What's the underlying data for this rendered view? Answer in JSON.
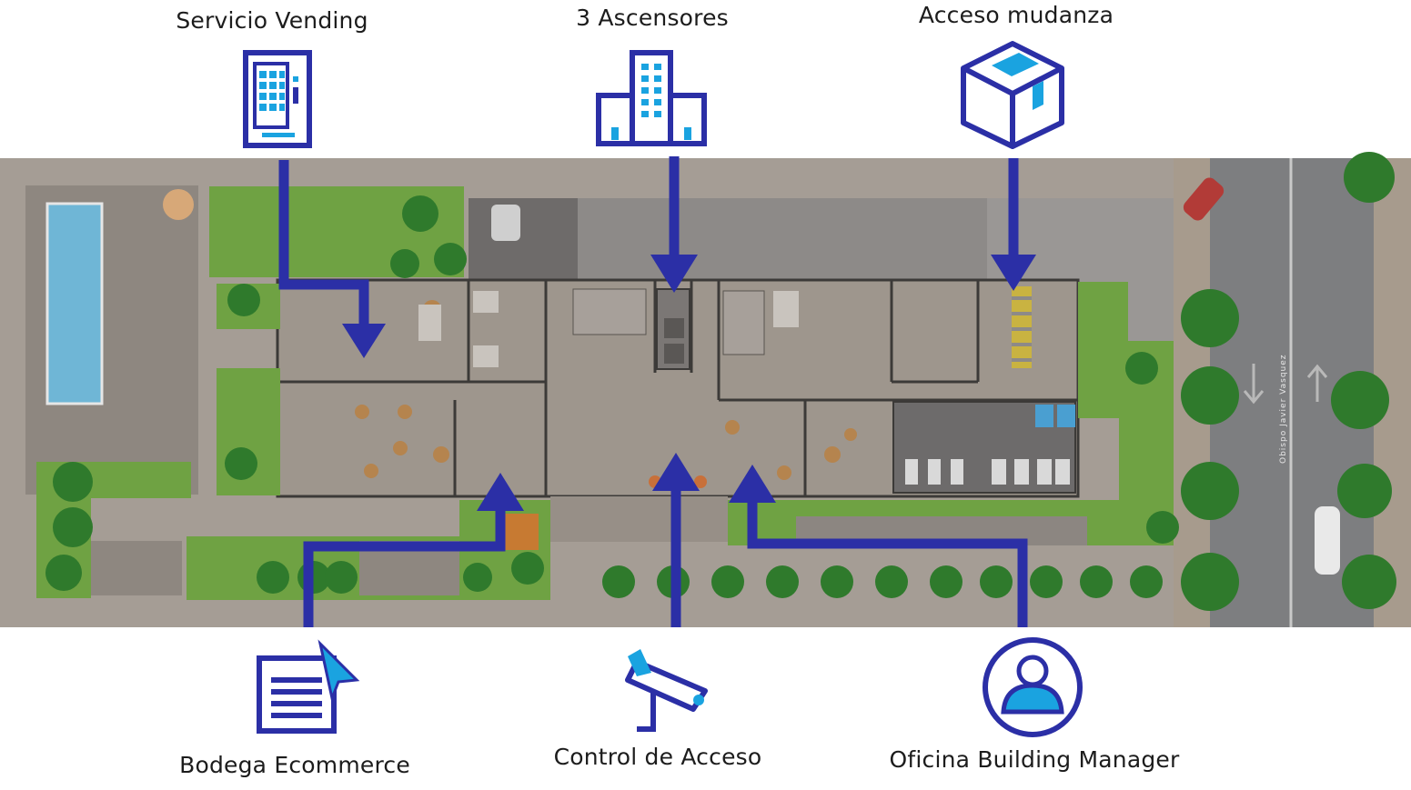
{
  "labels": {
    "vending": "Servicio Vending",
    "elevators": "3 Ascensores",
    "moving": "Acceso mudanza",
    "ecommerce": "Bodega Ecommerce",
    "access": "Control de Acceso",
    "manager": "Oficina Building Manager"
  },
  "street_name": "Obispo Javier Vasquez",
  "colors": {
    "icon_blue": "#2b2fa6",
    "accent_cyan": "#1aa3e0",
    "floor": "#8f8780",
    "road": "#7d7e80",
    "green": "#5f9e3c"
  },
  "icons": [
    "vending-machine-icon",
    "building-icon",
    "box-icon",
    "garage-door-icon",
    "security-camera-icon",
    "user-icon"
  ]
}
